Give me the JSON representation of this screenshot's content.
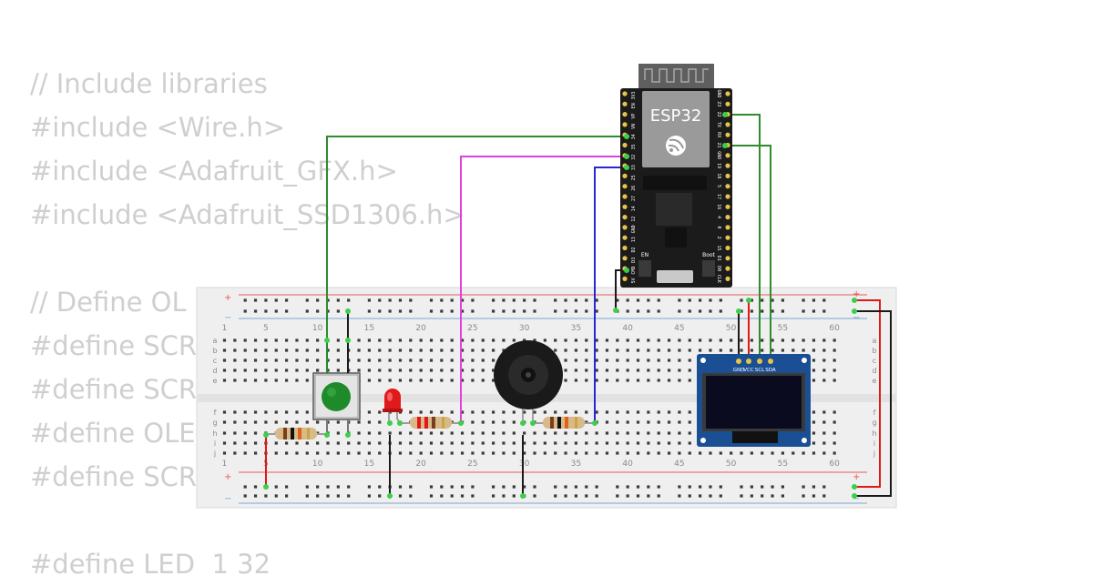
{
  "code": {
    "lines": [
      "// Include libraries",
      "#include <Wire.h>",
      "#include <Adafruit_GFX.h>",
      "#include <Adafruit_SSD1306.h>",
      "",
      "// Define OL",
      "#define SCR",
      "#define SCR",
      "#define OLE",
      "#define SCR",
      "",
      "#define LED  1 32"
    ]
  },
  "esp32": {
    "label": "ESP32",
    "boot_label": "Boot",
    "en_label": "EN",
    "left_pins": [
      "3V3",
      "EN",
      "VP",
      "VN",
      "34",
      "35",
      "32",
      "33",
      "25",
      "26",
      "27",
      "14",
      "12",
      "GND",
      "13",
      "D2",
      "D3",
      "CMD",
      "5V"
    ],
    "right_pins": [
      "GND",
      "23",
      "22",
      "TX",
      "RX",
      "21",
      "GND",
      "19",
      "18",
      "5",
      "17",
      "16",
      "4",
      "0",
      "2",
      "15",
      "D1",
      "D0",
      "CLK"
    ]
  },
  "oled": {
    "pins": [
      "GND",
      "VCC",
      "SCL",
      "SDA"
    ]
  },
  "breadboard": {
    "column_numbers": [
      "1",
      "5",
      "10",
      "15",
      "20",
      "25",
      "30",
      "35",
      "40",
      "45",
      "50",
      "55",
      "60"
    ],
    "rows_top": [
      "a",
      "b",
      "c",
      "d",
      "e"
    ],
    "rows_bottom": [
      "f",
      "g",
      "h",
      "i",
      "j"
    ],
    "rail_plus": "+",
    "rail_minus": "−"
  },
  "colors": {
    "wire_green": "#2e8b2e",
    "wire_magenta": "#e040e0",
    "wire_blue": "#2828d0",
    "wire_black": "#1a1a1a",
    "wire_red": "#e01818",
    "rail_red": "#e8595b",
    "rail_blue": "#7aa7d8",
    "esp_board": "#1b1b1b",
    "oled_pcb": "#1b4f94",
    "button_cap": "#1f8a2a",
    "led": "#e01a1a"
  }
}
